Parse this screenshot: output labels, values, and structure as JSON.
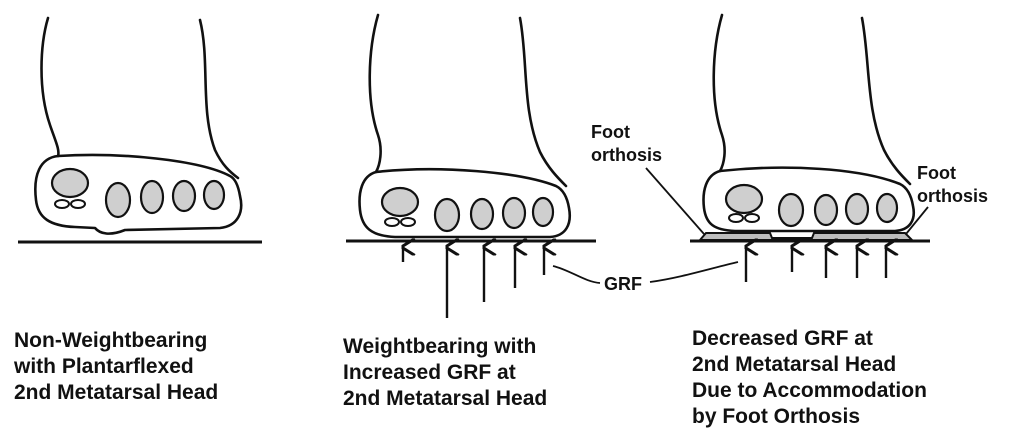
{
  "panels": [
    {
      "caption": [
        "Non-Weightbearing",
        "with Plantarflexed",
        "2nd Metatarsal Head"
      ]
    },
    {
      "caption": [
        "Weightbearing with",
        "Increased GRF at",
        "2nd Metatarsal Head"
      ],
      "grf_label": "GRF"
    },
    {
      "caption": [
        "Decreased GRF at",
        "2nd Metatarsal Head",
        "Due to Accommodation",
        "by Foot Orthosis"
      ],
      "orthosis_left_label": [
        "Foot",
        "orthosis"
      ],
      "orthosis_right_label": [
        "Foot",
        "orthosis"
      ]
    }
  ]
}
